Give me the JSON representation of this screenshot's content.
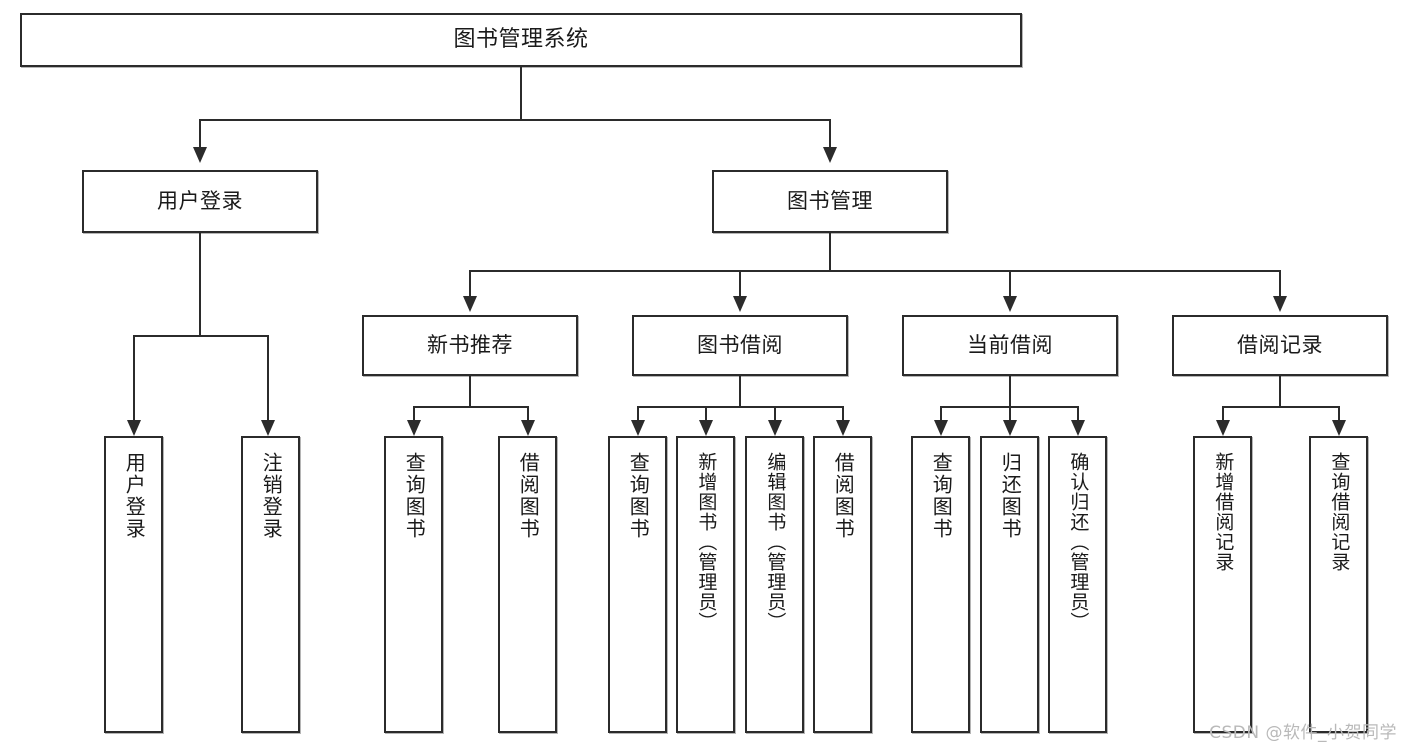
{
  "diagram": {
    "title": "图书管理系统",
    "watermark": "CSDN @软件_小贺同学",
    "line_color": "#2b2b2b",
    "box_fill": "#ffffff",
    "text_color": "#1a1a1a",
    "watermark_color": "#b9b9b9"
  },
  "nodes": {
    "root": {
      "label": "图书管理系统"
    },
    "level2": [
      {
        "label": "用户登录"
      },
      {
        "label": "图书管理"
      }
    ],
    "level3": [
      {
        "label": "新书推荐"
      },
      {
        "label": "图书借阅"
      },
      {
        "label": "当前借阅"
      },
      {
        "label": "借阅记录"
      }
    ],
    "leaves": {
      "user_login": [
        {
          "label": "用户登录"
        },
        {
          "label": "注销登录"
        }
      ],
      "new_book_recommend": [
        {
          "label": "查询图书"
        },
        {
          "label": "借阅图书"
        }
      ],
      "book_borrow": [
        {
          "label": "查询图书"
        },
        {
          "label": "新增图书（管理员）"
        },
        {
          "label": "编辑图书（管理员）"
        },
        {
          "label": "借阅图书"
        }
      ],
      "current_borrow": [
        {
          "label": "查询图书"
        },
        {
          "label": "归还图书"
        },
        {
          "label": "确认归还（管理员）"
        }
      ],
      "borrow_record": [
        {
          "label": "新增借阅记录"
        },
        {
          "label": "查询借阅记录"
        }
      ]
    }
  }
}
